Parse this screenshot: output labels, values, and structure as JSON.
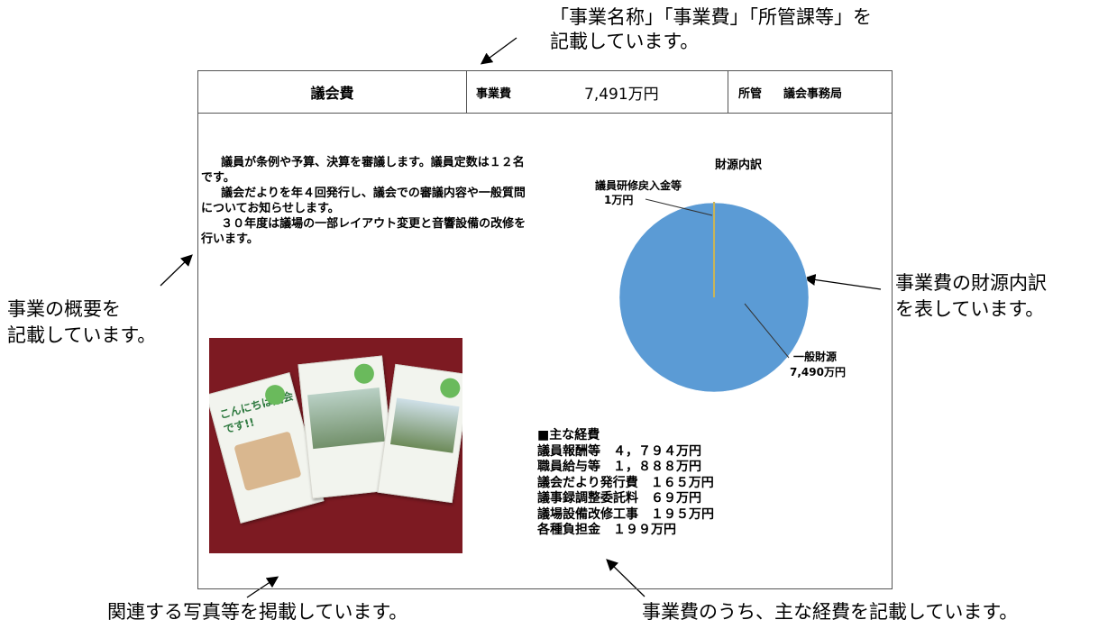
{
  "callouts": {
    "top_line1": "「事業名称」「事業費」「所管課等」を",
    "top_line2": "記載しています。",
    "left_line1": "事業の概要を",
    "left_line2": "記載しています。",
    "right_line1": "事業費の財源内訳",
    "right_line2": "を表しています。",
    "bottom_left": "関連する写真等を掲載しています。",
    "bottom_right": "事業費のうち、主な経費を記載しています。"
  },
  "header": {
    "project_name": "議会費",
    "cost_label": "事業費",
    "cost_value": "7,491万円",
    "dept_label": "所管",
    "dept_value": "議会事務局"
  },
  "summary": [
    "議員が条例や予算、決算を審議します。議員定数は１２名です。",
    "議会だよりを年４回発行し、議会での審議内容や一般質問についてお知らせします。",
    "３０年度は議場の一部レイアウト変更と音響設備の改修を行います。"
  ],
  "photo": {
    "pamphlet_title": "こんにちは議会です!!",
    "icon": "pamphlet-photo"
  },
  "costs": {
    "heading": "■主な経費",
    "items": [
      "議員報酬等　４，７９４万円",
      "職員給与等　１，８８８万円",
      "議会だより発行費　１６５万円",
      "議事録調整委託料　６９万円",
      "議場設備改修工事　１９５万円",
      "各種負担金　１９９万円"
    ]
  },
  "chart_data": {
    "type": "pie",
    "title": "財源内訳",
    "slices": [
      {
        "label": "一般財源",
        "value_label": "7,490万円",
        "value": 7490,
        "color": "#5b9bd5"
      },
      {
        "label": "議員研修戻入金等",
        "value_label": "1万円",
        "value": 1,
        "color": "#c9b458"
      }
    ]
  }
}
